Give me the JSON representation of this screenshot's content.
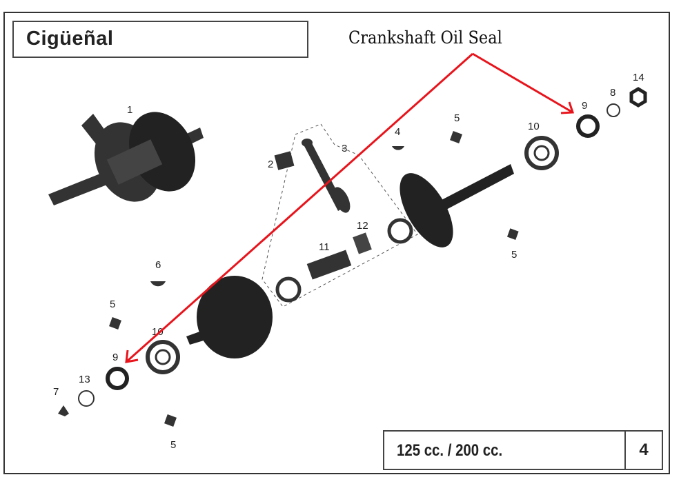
{
  "title": "Cigüeñal",
  "annotation": "Crankshaft Oil Seal",
  "spec": "125 cc. / 200 cc.",
  "page_number": "4",
  "colors": {
    "arrow": "#e8141c",
    "ink": "#222222"
  },
  "parts": {
    "p1": "1",
    "p2": "2",
    "p3": "3",
    "p4": "4",
    "p5a": "5",
    "p10a": "10",
    "p9a": "9",
    "p8": "8",
    "p14": "14",
    "p12": "12",
    "p11": "11",
    "p5b": "5",
    "p6": "6",
    "p5c": "5",
    "p10b": "10",
    "p9b": "9",
    "p13": "13",
    "p7": "7",
    "p5d": "5"
  }
}
